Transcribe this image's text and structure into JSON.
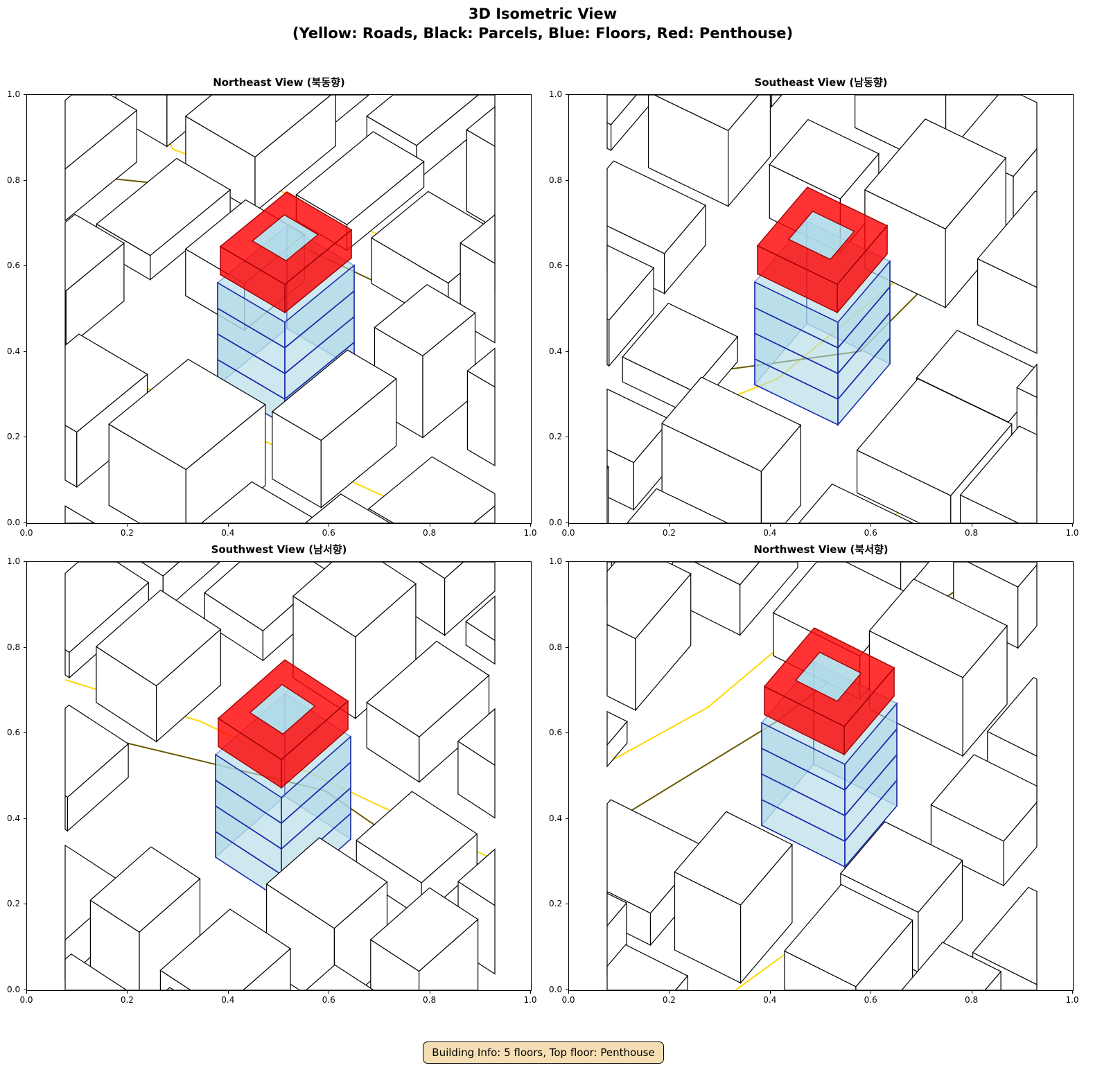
{
  "figure": {
    "title_line1": "3D Isometric View",
    "title_line2": "(Yellow: Roads, Black: Parcels, Blue: Floors, Red: Penthouse)",
    "info": "Building Info: 5 floors, Top floor: Penthouse"
  },
  "panels": [
    {
      "title": "Northeast View (북동향)"
    },
    {
      "title": "Southeast View (남동향)"
    },
    {
      "title": "Southwest View (남서향)"
    },
    {
      "title": "Northwest View (북서향)"
    }
  ],
  "axes": {
    "xticks": [
      "0.0",
      "0.2",
      "0.4",
      "0.6",
      "0.8",
      "1.0"
    ],
    "yticks": [
      "0.0",
      "0.2",
      "0.4",
      "0.6",
      "0.8",
      "1.0"
    ],
    "xlim": [
      0,
      1
    ],
    "ylim": [
      0,
      1
    ]
  },
  "building": {
    "floors": 5,
    "top_floor": "Penthouse"
  },
  "colors": {
    "road": "#FFD700",
    "road_edge": "#6b5a00",
    "parcel": "#000000",
    "floor_fill": "#ADD8E6",
    "floor_edge": "#1a2aa8",
    "penthouse": "#FF0000",
    "info_bg": "#F5DEB3"
  }
}
